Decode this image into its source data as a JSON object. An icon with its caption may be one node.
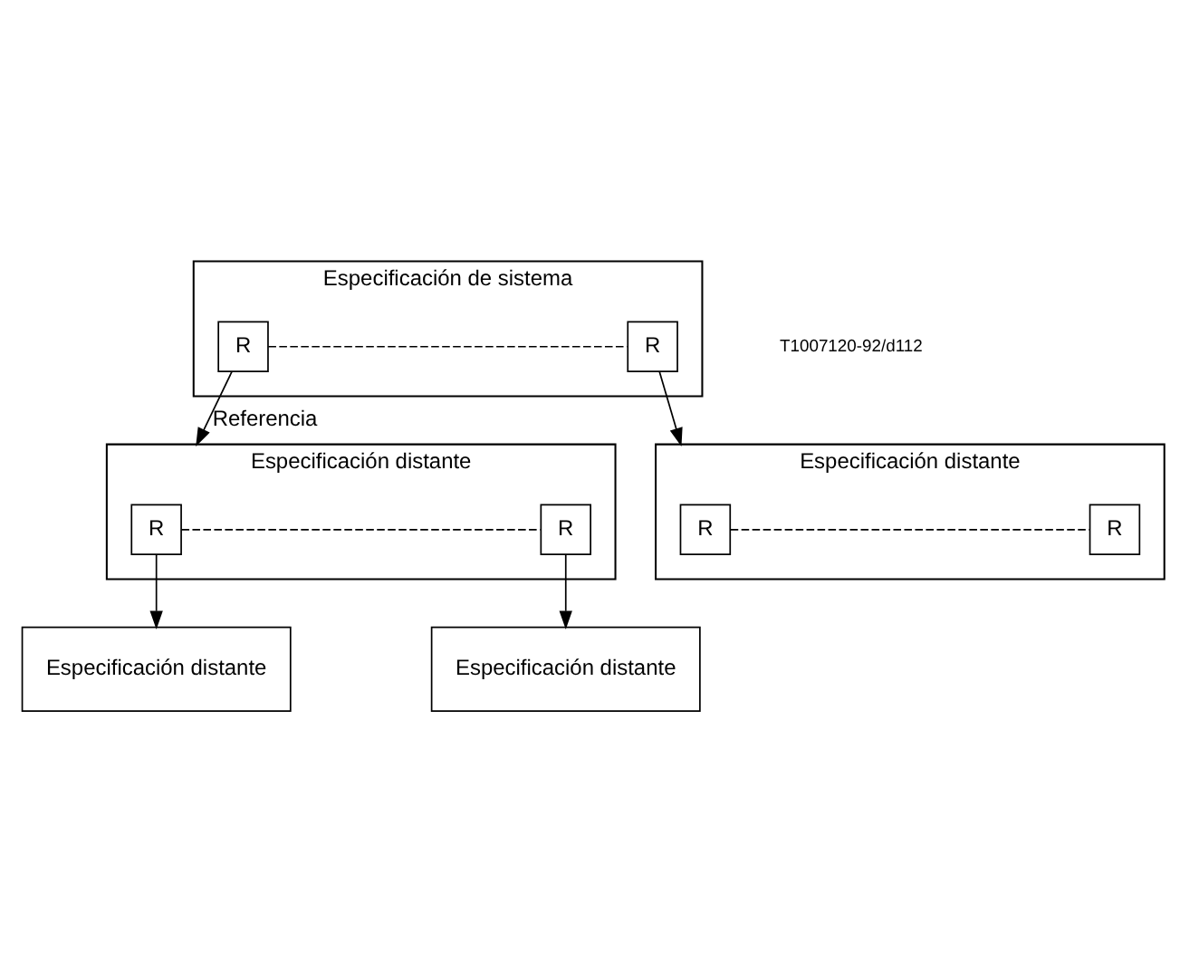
{
  "diagram": {
    "nodes": [
      {
        "text": [
          "Especificación de sistema"
        ]
      },
      {
        "text": [
          "R"
        ],
        "in": 0
      },
      {
        "text": [
          "R"
        ],
        "in": 0
      },
      {
        "text": [
          "Especificación distante"
        ]
      },
      {
        "text": [
          "R"
        ],
        "in": 3
      },
      {
        "text": [
          "R"
        ],
        "in": 3
      },
      {
        "text": [
          "Especificación distante"
        ]
      },
      {
        "text": [
          "R"
        ],
        "in": 6
      },
      {
        "text": [
          "R"
        ],
        "in": 6
      },
      {
        "text": [
          "Especificación distante"
        ]
      },
      {
        "text": [
          "Especificación distante"
        ]
      }
    ],
    "edges": [
      {
        "from": 1,
        "to": 2,
        "arrow": "none",
        "style": "dashed"
      },
      {
        "from": 2,
        "to": 3,
        "arrow": "to"
      },
      {
        "from": 1,
        "to": 6,
        "arrow": "to",
        "label": "Referencia"
      },
      {
        "from": 4,
        "to": 5,
        "arrow": "none",
        "style": "dashed"
      },
      {
        "from": 7,
        "to": 8,
        "arrow": "none",
        "style": "dashed"
      },
      {
        "from": 7,
        "to": 9,
        "arrow": "to"
      },
      {
        "from": 8,
        "to": 10,
        "arrow": "to"
      }
    ],
    "labels": [
      "T1007120-92/d112"
    ]
  }
}
